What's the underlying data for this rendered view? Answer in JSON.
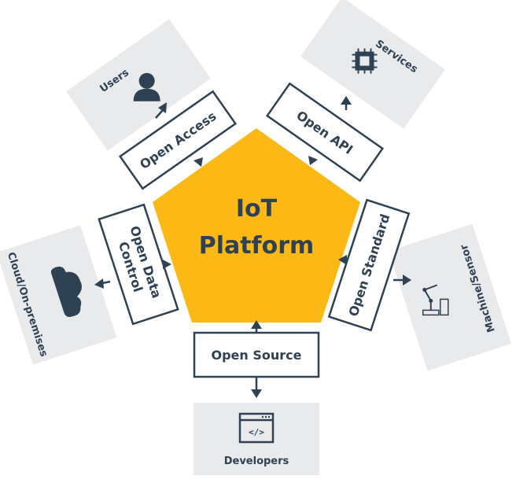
{
  "center": {
    "line1": "IoT",
    "line2": "Platform"
  },
  "interfaces": {
    "open_access": "Open Access",
    "open_api": "Open API",
    "open_data_control_line1": "Open Data",
    "open_data_control_line2": "Control",
    "open_standard": "Open Standard",
    "open_source": "Open Source"
  },
  "stakeholders": {
    "users": "Users",
    "services": "Services",
    "cloud": "Cloud/On-premises",
    "machine_sensor": "Machine/Sensor",
    "developers": "Developers"
  },
  "colors": {
    "pentagon": "#fcb814",
    "dark": "#2f4254",
    "panel": "#e8eaec"
  },
  "icons": {
    "users": "user-icon",
    "services": "chip-icon",
    "cloud": "cloud-icon",
    "machine_sensor": "robot-arm-icon",
    "developers": "code-window-icon"
  }
}
